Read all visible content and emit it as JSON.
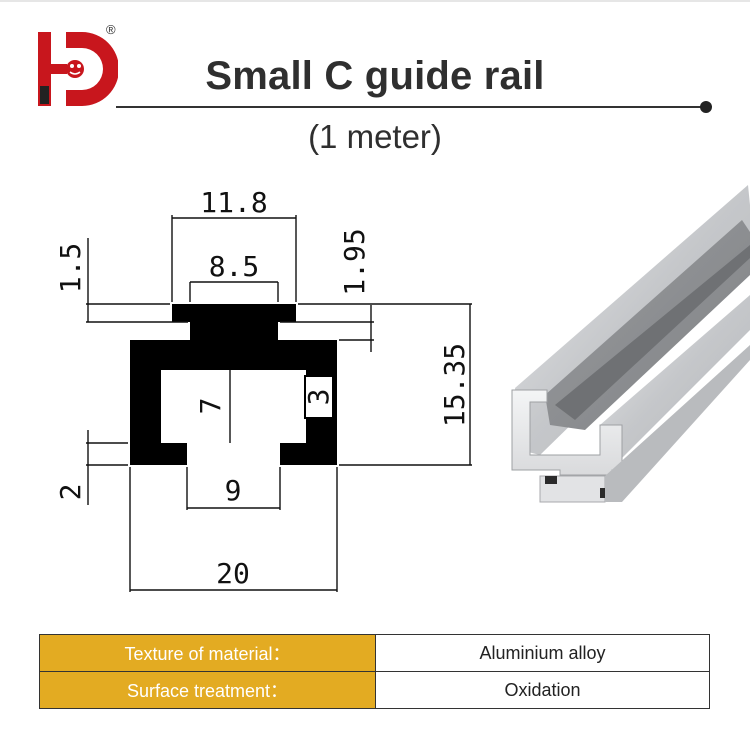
{
  "brand": {
    "logo_icon": "hd-dragon-logo-icon",
    "registered_mark": "®"
  },
  "header": {
    "title": "Small C guide rail",
    "subtitle": "(1 meter)"
  },
  "drawing": {
    "dims": {
      "top_width": "11.8",
      "slot_width": "8.5",
      "lip_thickness": "1.5",
      "lip_step": "1.95",
      "total_height": "15.35",
      "inner_height": "7",
      "side_wall": "3",
      "base_step": "2",
      "bottom_opening": "9",
      "total_width": "20"
    },
    "product_icon": "aluminium-c-rail-photo"
  },
  "specs": [
    {
      "label": "Texture of material：",
      "value": "Aluminium alloy"
    },
    {
      "label": "Surface treatment：",
      "value": "Oxidation"
    }
  ],
  "colors": {
    "accent": "#e3ab22",
    "logo_red": "#c8161d",
    "profile_fill": "#000000"
  }
}
